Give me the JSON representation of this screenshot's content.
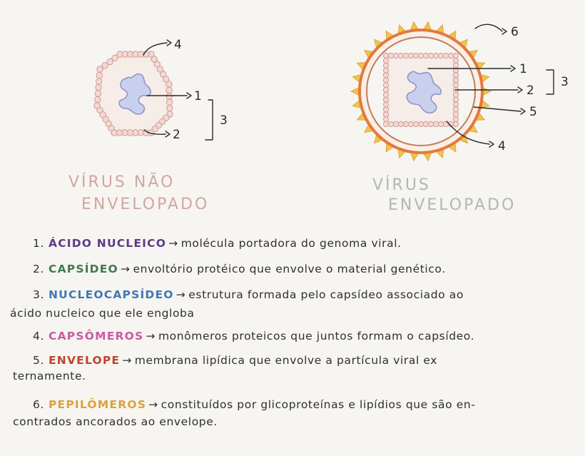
{
  "diagram": {
    "non_enveloped": {
      "title_line1": "VÍRUS NÃO",
      "title_line2": "ENVELOPADO",
      "labels": {
        "capsomeros": "4",
        "acido": "1",
        "capsideo": "2",
        "nucleocapsideo": "3"
      }
    },
    "enveloped": {
      "title_line1": "VÍRUS",
      "title_line2": "ENVELOPADO",
      "labels": {
        "peplomeros": "6",
        "acido": "1",
        "capsideo": "2",
        "nucleocapsideo": "3",
        "envelope": "5",
        "capsomeros": "4"
      }
    },
    "colors": {
      "capsomer_fill": "#f3d9d4",
      "capsomer_stroke": "#cf9a93",
      "nucleic_fill": "#c9d0ee",
      "nucleic_stroke": "#8d97c7",
      "envelope_stroke": "#e07b3c",
      "envelope_inner": "#bf7e5e",
      "spike_fill": "#f2c24a",
      "title_pink": "#cfa6a2",
      "title_gray": "#b5b5b5"
    }
  },
  "legend": [
    {
      "num": "1.",
      "term": "ÁCIDO NUCLEICO",
      "arrow": "→",
      "def": "molécula portadora do genoma viral.",
      "color": "#5a3b86"
    },
    {
      "num": "2.",
      "term": "CAPSÍDEO",
      "arrow": "→",
      "def": "envoltório protéico que envolve o material genético.",
      "color": "#3f7a4d"
    },
    {
      "num": "3.",
      "term": "NUCLEOCAPSÍDEO",
      "arrow": "→",
      "def": "estrutura formada pelo capsídeo associado ao",
      "def2": "ácido nucleico que ele engloba",
      "color": "#3f78b6"
    },
    {
      "num": "4.",
      "term": "CAPSÔMEROS",
      "arrow": "→",
      "def": "monômeros proteicos que juntos formam o capsídeo.",
      "color": "#c95aa5"
    },
    {
      "num": "5.",
      "term": "ENVELOPE",
      "arrow": "→",
      "def": "membrana lipídica que envolve a partícula viral ex",
      "def2": "ternamente.",
      "color": "#c0442f"
    },
    {
      "num": "6.",
      "term": "PEPILÔMEROS",
      "arrow": "→",
      "def": "constituídos por glicoproteínas e lipídios que são en-",
      "def2": "contrados ancorados ao envelope.",
      "color": "#d9a23c"
    }
  ]
}
